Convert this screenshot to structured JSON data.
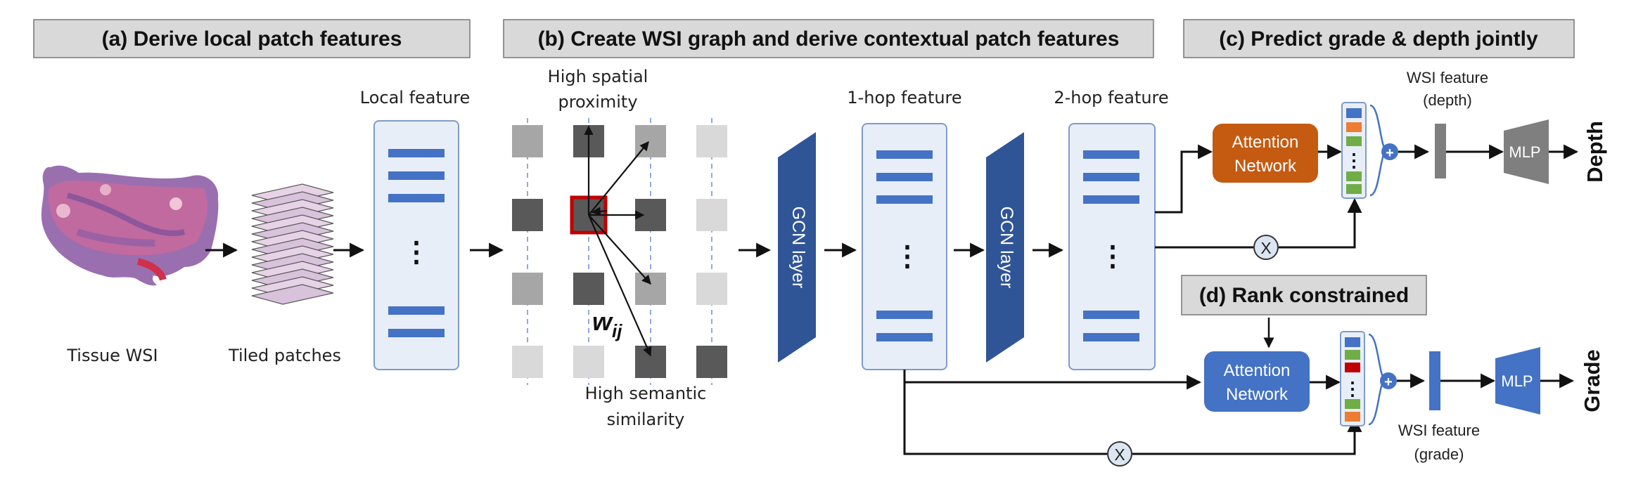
{
  "sections": {
    "a": "(a) Derive local patch features",
    "b": "(b) Create WSI graph and derive contextual patch features",
    "c": "(c) Predict grade & depth jointly",
    "d": "(d) Rank constrained"
  },
  "labels": {
    "tissue_wsi": "Tissue WSI",
    "tiled_patches": "Tiled patches",
    "local_feature": "Local feature",
    "spatial_line1": "High spatial",
    "spatial_line2": "proximity",
    "semantic_line1": "High semantic",
    "semantic_line2": "similarity",
    "weight_symbol": "w",
    "weight_subscript": "ij",
    "hop1": "1-hop feature",
    "hop2": "2-hop feature",
    "gcn1": "GCN layer",
    "gcn2": "GCN layer",
    "attn_depth_line1": "Attention",
    "attn_depth_line2": "Network",
    "attn_grade_line1": "Attention",
    "attn_grade_line2": "Network",
    "wsi_depth_line1": "WSI feature",
    "wsi_depth_line2": "(depth)",
    "wsi_grade_line1": "WSI feature",
    "wsi_grade_line2": "(grade)",
    "mlp_depth": "MLP",
    "mlp_grade": "MLP",
    "out_depth": "Depth",
    "out_grade": "Grade",
    "ellipsis": "⋮",
    "multiply": "X",
    "plus": "+"
  },
  "colors": {
    "header_fill": "#d9d9d9",
    "feature_box_fill": "#e8eef8",
    "feature_box_stroke": "#7f9cc6",
    "feature_bar": "#4472c4",
    "gcn_fill": "#2f5597",
    "attention_depth": "#c55a11",
    "attention_grade": "#4472c4",
    "mlp_fill": "#7f7f7f",
    "highlight": "#c00000",
    "dashed_line": "#8faadc"
  },
  "icons": {
    "tissue": "tissue-slide-image",
    "patch_stack": "tiled-patch-stack",
    "merge": "plus-circle-icon",
    "multiply": "multiply-circle-icon"
  }
}
